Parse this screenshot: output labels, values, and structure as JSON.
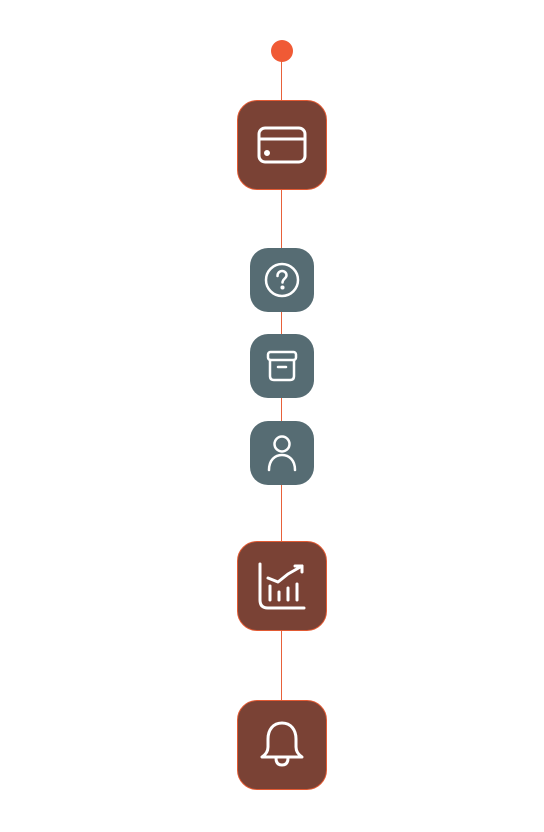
{
  "colors": {
    "line": "#e8613a",
    "start_dot": "#f05a35",
    "large_tile": "#7a4235",
    "large_tile_border": "#e25a33",
    "small_tile": "#566c73",
    "icon_stroke": "#ffffff"
  },
  "timeline": {
    "nodes": [
      {
        "key": "payment",
        "icon": "credit-card-icon",
        "size": "large"
      },
      {
        "key": "help",
        "icon": "help-circle-icon",
        "size": "small"
      },
      {
        "key": "archive",
        "icon": "archive-box-icon",
        "size": "small"
      },
      {
        "key": "profile",
        "icon": "user-icon",
        "size": "small"
      },
      {
        "key": "analytics",
        "icon": "analytics-chart-icon",
        "size": "large"
      },
      {
        "key": "notifications",
        "icon": "bell-icon",
        "size": "large"
      }
    ]
  }
}
